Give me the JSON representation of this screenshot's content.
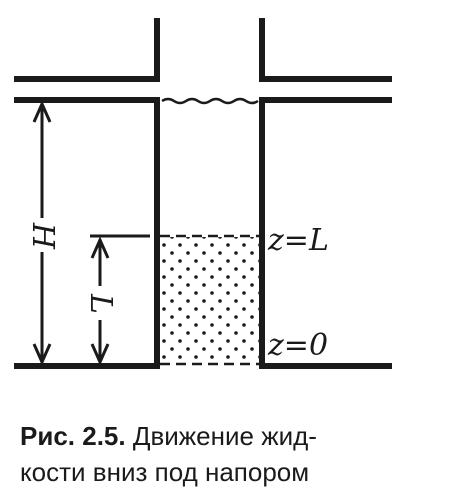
{
  "labels": {
    "H": "H",
    "L": "L",
    "z_top": "z=L",
    "z_bottom": "z=0"
  },
  "caption": {
    "lead": "Рис. 2.5.",
    "rest_line1": "Движение жид-",
    "line2": "кости вниз под напором"
  },
  "colors": {
    "ink": "#1a1a1a",
    "background": "#ffffff"
  }
}
